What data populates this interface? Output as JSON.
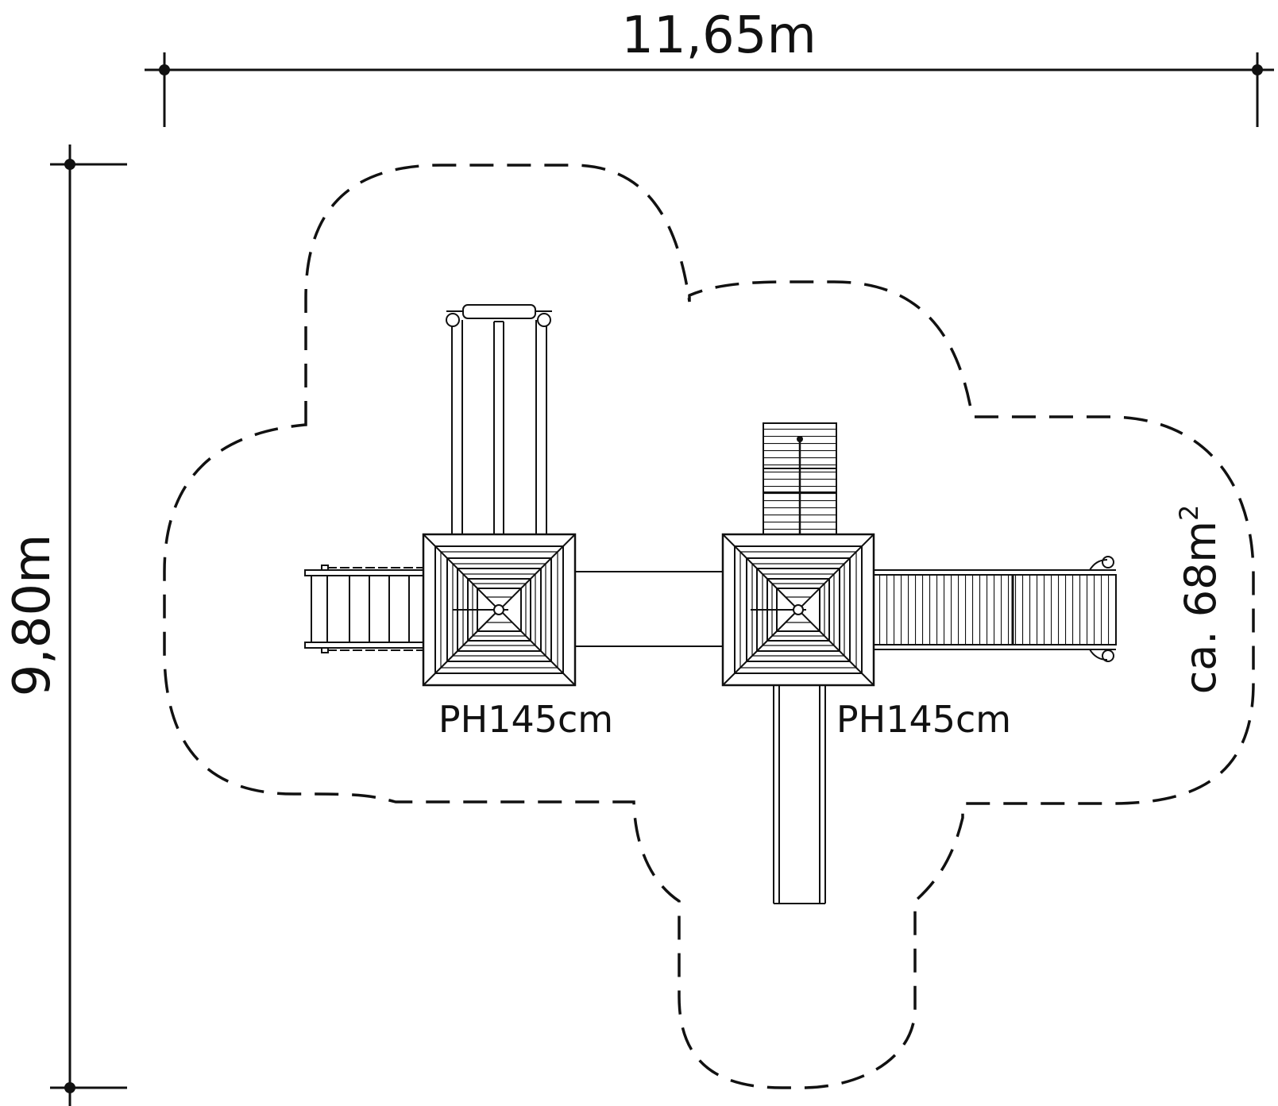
{
  "dimensions": {
    "width": "11,65m",
    "height": "9,80m"
  },
  "area": {
    "label": "ca. 68m",
    "superscript": "2"
  },
  "platforms": [
    {
      "height_label": "PH145cm"
    },
    {
      "height_label": "PH145cm"
    }
  ],
  "colors": {
    "line": "#111111",
    "background": "#ffffff"
  }
}
